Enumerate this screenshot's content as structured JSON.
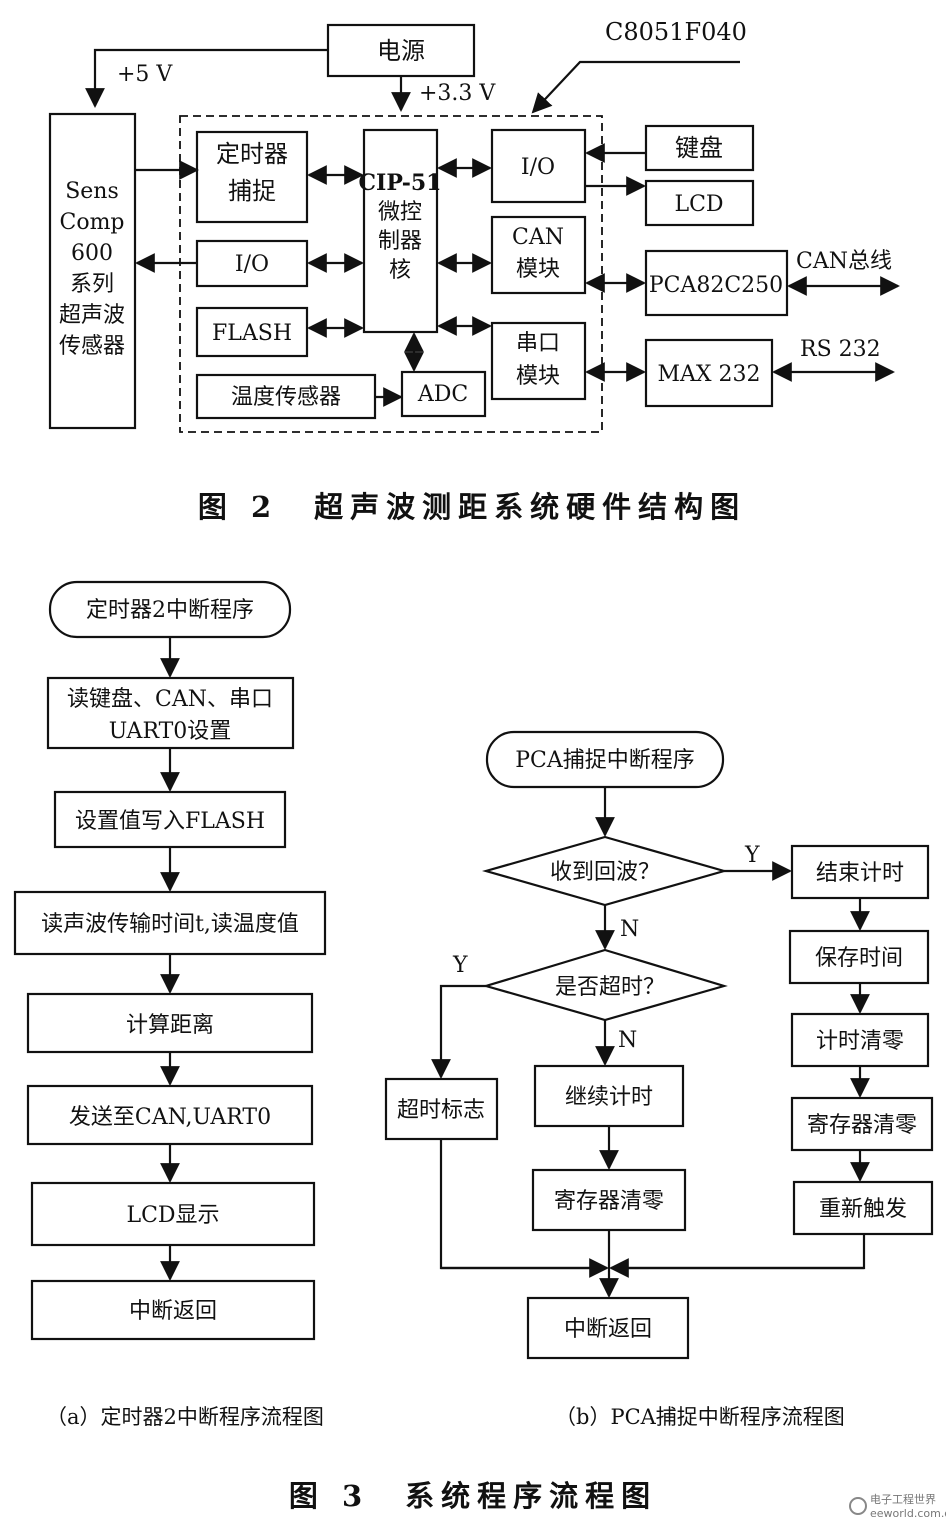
{
  "figure2": {
    "caption": "图 2　超声波测距系统硬件结构图",
    "chip_label": "C8051F040",
    "power": "电源",
    "v5": "+5 V",
    "v33": "+3.3 V",
    "sensor": [
      "Sens",
      "Comp",
      "600",
      "系列",
      "超声波",
      "传感器"
    ],
    "timer_capture": [
      "定时器",
      "捕捉"
    ],
    "io_left": "I/O",
    "flash": "FLASH",
    "temp_sensor": "温度传感器",
    "adc": "ADC",
    "cpu": [
      "CIP-51",
      "微控",
      "制器",
      "核"
    ],
    "io_right": "I/O",
    "can_module": [
      "CAN",
      "模块"
    ],
    "serial_module": [
      "串口",
      "模块"
    ],
    "keyboard": "键盘",
    "lcd": "LCD",
    "pca82c250": "PCA82C250",
    "can_bus": "CAN总线",
    "max232": "MAX 232",
    "rs232": "RS 232"
  },
  "figure3a": {
    "start": "定时器2中断程序",
    "read_settings": [
      "读键盘、CAN、串口",
      "UART0设置"
    ],
    "write_flash": "设置值写入FLASH",
    "read_time": "读声波传输时间t,读温度值",
    "calc": "计算距离",
    "send": "发送至CAN,UART0",
    "lcd_show": "LCD显示",
    "ret": "中断返回",
    "caption": "（a）定时器2中断程序流程图"
  },
  "figure3b": {
    "start": "PCA捕捉中断程序",
    "echo": "收到回波？",
    "timeout": "是否超时？",
    "yes": "Y",
    "no": "N",
    "end_timing": "结束计时",
    "save_time": "保存时间",
    "clear_timer": "计时清零",
    "clear_reg_right": "寄存器清零",
    "retrigger": "重新触发",
    "timeout_flag": "超时标志",
    "continue_timing": "继续计时",
    "clear_reg_mid": "寄存器清零",
    "ret": "中断返回",
    "caption": "（b）PCA捕捉中断程序流程图"
  },
  "figure3_caption": "图 3　系统程序流程图",
  "watermark": [
    "电子工程世界",
    "eeworld.com.cn"
  ]
}
